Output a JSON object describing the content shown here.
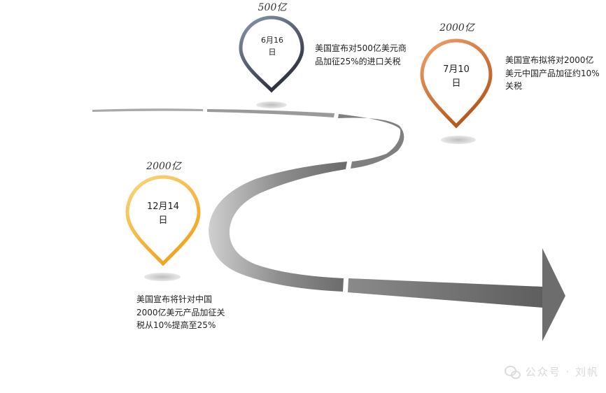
{
  "markers": [
    {
      "id": "jun16",
      "amount": "500亿",
      "date_line1": "6月16",
      "date_line2": "日",
      "description": [
        "美国宣布对500亿美元商",
        "品加征25%的进口关税"
      ],
      "gradient": [
        "#8a97ad",
        "#2b2f3a"
      ]
    },
    {
      "id": "jul10",
      "amount": "2000亿",
      "date_line1": "7月10",
      "date_line2": "日",
      "description": [
        "美国宣布拟将对2000亿",
        "美元中国产品加征约10%",
        "关税"
      ],
      "gradient": [
        "#f3a06b",
        "#b4561a"
      ]
    },
    {
      "id": "dec14",
      "amount": "2000亿",
      "date_line1": "12月14",
      "date_line2": "日",
      "description": [
        "美国宣布将针对中国",
        "2000亿美元产品加征关",
        "税从10%提高至25%"
      ],
      "gradient": [
        "#fbd77d",
        "#f0a21e"
      ]
    }
  ],
  "colors": {
    "road_light": "#b3b3b3",
    "road_dark": "#6e6e6e"
  },
  "watermark": {
    "text": "公众号 · 刘帆"
  }
}
